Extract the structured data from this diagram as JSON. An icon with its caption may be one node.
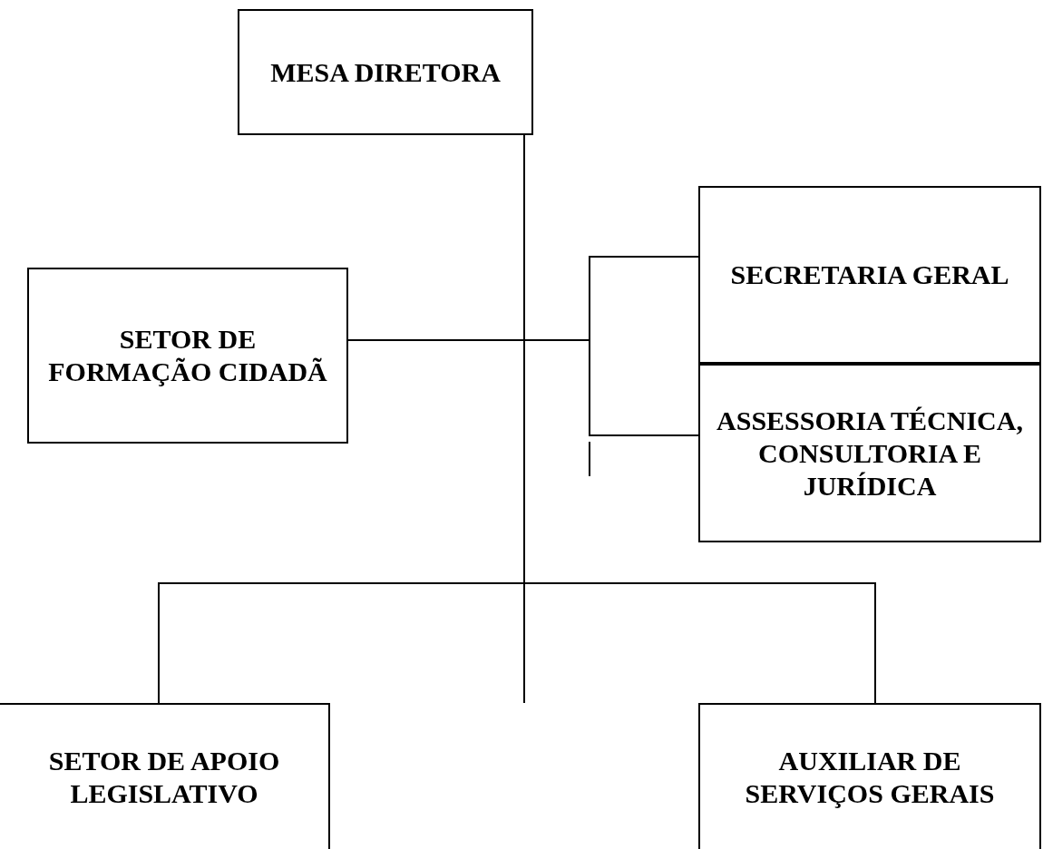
{
  "diagram": {
    "nodes": [
      {
        "text": [
          "MESA DIRETORA"
        ]
      },
      {
        "text": [
          "SETOR DE FORMAÇÃO CIDADÃ"
        ]
      },
      {
        "text": [
          "SECRETARIA GERAL"
        ]
      },
      {
        "text": [
          "ASSESSORIA TÉCNICA, CONSULTORIA E JURÍDICA"
        ]
      },
      {
        "text": [
          "SETOR DE APOIO LEGISLATIVO"
        ]
      },
      {
        "text": [
          "AUXILIAR DE SERVIÇOS GERAIS"
        ]
      }
    ],
    "edges": [
      {
        "from": 0,
        "to": 1,
        "arrow": "none"
      },
      {
        "from": 0,
        "to": 2,
        "arrow": "none"
      },
      {
        "from": 0,
        "to": 3,
        "arrow": "none"
      },
      {
        "from": 0,
        "to": 4,
        "arrow": "none"
      },
      {
        "from": 0,
        "to": 5,
        "arrow": "none"
      }
    ]
  }
}
